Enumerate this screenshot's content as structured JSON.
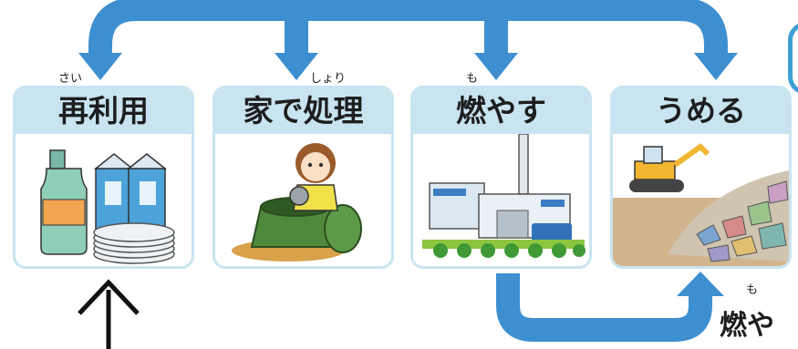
{
  "colors": {
    "arrow": "#3d8fd0",
    "card_header": "#c9e4f1",
    "card_border": "#c9e4f1"
  },
  "cards": [
    {
      "title": "再利用",
      "ruby": "さい",
      "icon": "bottles-and-plates-illustration"
    },
    {
      "title": "家で処理",
      "ruby": "しょり",
      "icon": "woman-composting-illustration"
    },
    {
      "title": "燃やす",
      "ruby": "も",
      "icon": "incineration-plant-illustration"
    },
    {
      "title": "うめる",
      "ruby": "",
      "icon": "landfill-bulldozer-illustration"
    }
  ],
  "bottom": {
    "label": "燃や",
    "ruby": "も"
  }
}
